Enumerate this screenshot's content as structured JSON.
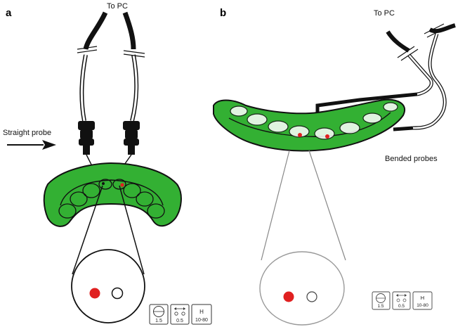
{
  "panels": {
    "a": {
      "letter": "a",
      "to_pc": "To PC",
      "probe_label": "Straight probe",
      "icon_thickness": "1.5",
      "icon_spacing": "0.5",
      "icon_height_letter": "H",
      "icon_height_range": "10-80"
    },
    "b": {
      "letter": "b",
      "to_pc": "To PC",
      "probe_label": "Bended probes",
      "icon_thickness": "1.5",
      "icon_spacing": "0.5",
      "icon_height_letter": "H",
      "icon_height_range": "10-80"
    }
  },
  "colors": {
    "splint_green": "#33b033",
    "electrode_red": "#e02020",
    "cable": "#111111"
  }
}
